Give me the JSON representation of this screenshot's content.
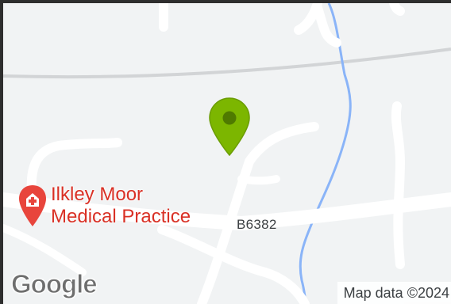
{
  "map": {
    "poi": {
      "name_line1": "Ilkley Moor",
      "name_line2": "Medical Practice",
      "icon": "hospital-icon",
      "color": "#d93025"
    },
    "road_label": "B6382",
    "marker": {
      "icon": "map-pin-icon",
      "color": "#7cb600"
    },
    "logo_text": "Google",
    "attribution": "Map data ©2024"
  }
}
